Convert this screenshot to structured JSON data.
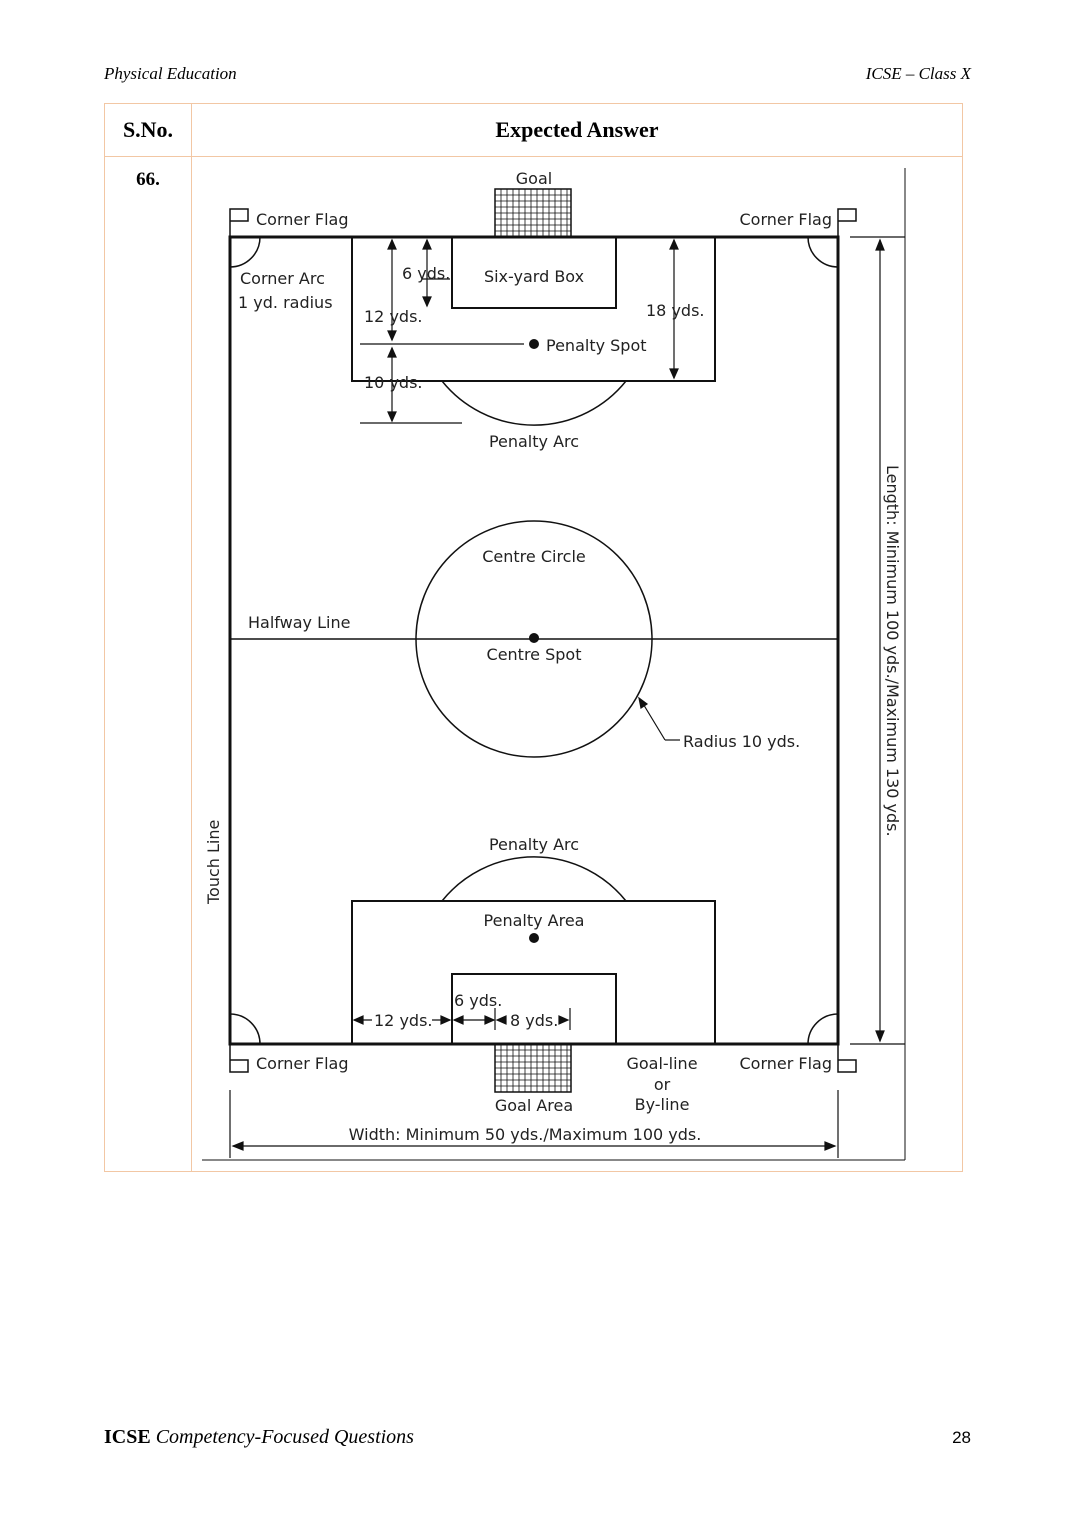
{
  "header": {
    "left": "Physical Education",
    "right": "ICSE – Class X"
  },
  "table": {
    "col_sno": "S.No.",
    "col_answer": "Expected Answer",
    "rows": [
      {
        "sno": "66."
      }
    ]
  },
  "diagram": {
    "goal_top": "Goal",
    "corner_flag": "Corner Flag",
    "corner_arc": "Corner Arc",
    "corner_arc_radius": "1 yd. radius",
    "six_yds": "6 yds.",
    "six_yard_box": "Six-yard Box",
    "twelve_yds": "12 yds.",
    "eighteen_yds": "18 yds.",
    "penalty_spot": "Penalty Spot",
    "ten_yds": "10 yds.",
    "penalty_arc": "Penalty Arc",
    "centre_circle": "Centre Circle",
    "halfway_line": "Halfway Line",
    "centre_spot": "Centre Spot",
    "radius": "Radius 10 yds.",
    "length": "Length: Minimum 100 yds./Maximum 130 yds.",
    "touch_line": "Touch Line",
    "penalty_area": "Penalty Area",
    "twelve_yds_bottom": "12 yds.",
    "six_yds_bottom": "6 yds.",
    "eight_yds": "8 yds.",
    "goal_line": "Goal-line",
    "or": "or",
    "by_line": "By-line",
    "goal_area": "Goal Area",
    "width": "Width: Minimum 50 yds./Maximum 100 yds."
  },
  "footer": {
    "brand": "ICSE",
    "subtitle": "Competency-Focused Questions",
    "page": "28"
  }
}
